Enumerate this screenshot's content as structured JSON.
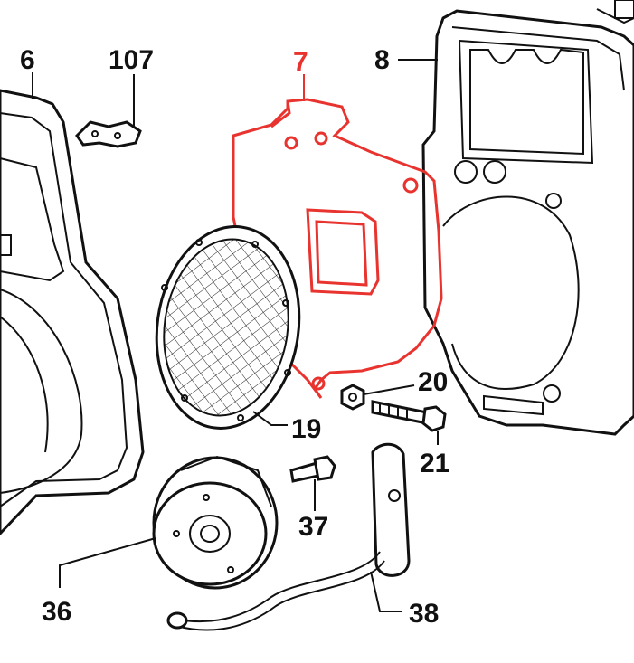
{
  "diagram": {
    "highlight_color": "#e8332f",
    "line_color": "#111111",
    "labels": {
      "p6": "6",
      "p107": "107",
      "p7": "7",
      "p8": "8",
      "p20": "20",
      "p19": "19",
      "p21": "21",
      "p37": "37",
      "p36": "36",
      "p38": "38"
    }
  }
}
